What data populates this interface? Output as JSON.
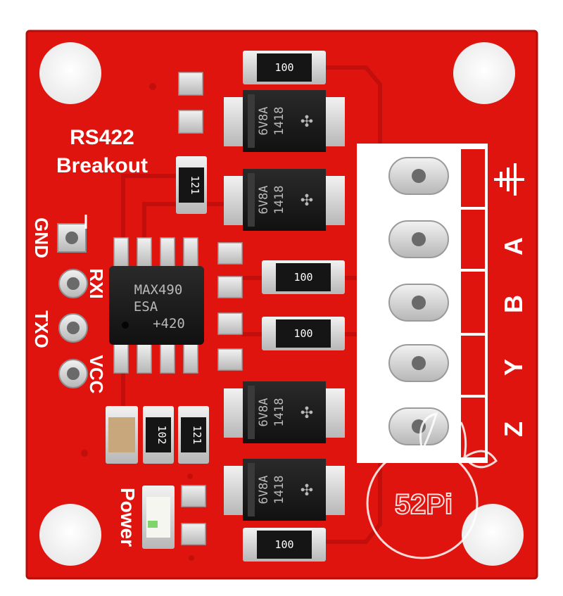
{
  "board": {
    "pcb_color": "#e0140f",
    "silk_color": "#ffffff",
    "title_line1": "RS422",
    "title_line2": "Breakout",
    "pins": {
      "gnd": "GND",
      "rxi": "RXI",
      "txo": "TXO",
      "vcc": "VCC"
    },
    "power_label": "Power",
    "terminal_labels": {
      "a": "A",
      "b": "B",
      "y": "Y",
      "z": "Z"
    },
    "ic_marking": [
      "MAX490",
      "ESA",
      "+420"
    ],
    "diode_marking": [
      "6V8A",
      "1418"
    ],
    "resistor_codes": {
      "top": "100",
      "mid1": "100",
      "mid2": "100",
      "bottom": "100",
      "left": "121",
      "low1": "102",
      "low2": "121"
    }
  },
  "watermark": {
    "text": "52Pi"
  }
}
